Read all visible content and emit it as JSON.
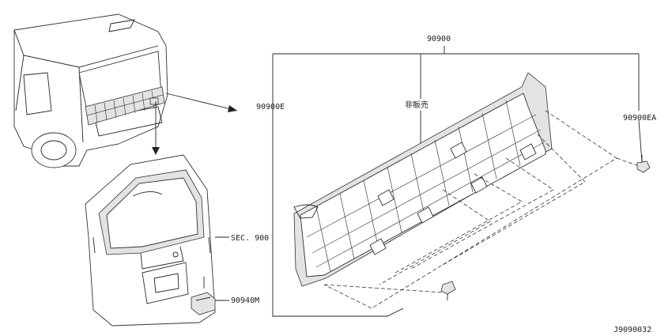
{
  "labels": {
    "assembly_part_no": "90900",
    "not_for_sale": "非販売",
    "left_part_no": "90900E",
    "clip_part_no": "90900EA",
    "section_ref": "SEC. 900",
    "bracket_part_no": "90940M",
    "drawing_id": "J9090032"
  }
}
